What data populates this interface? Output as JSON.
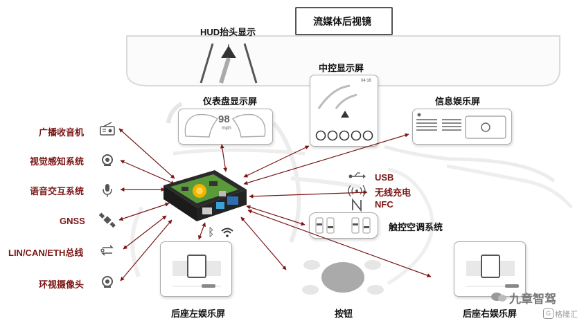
{
  "components": {
    "streaming_mirror": "流媒体后视镜",
    "hud": "HUD抬头显示",
    "center_display": "中控显示屏",
    "cluster": "仪表盘显示屏",
    "infotainment": "信息娱乐屏",
    "rear_left": "后座左娱乐屏",
    "buttons": "按钮",
    "rear_right": "后座右娱乐屏",
    "climate": "触控空调系统"
  },
  "left_labels": {
    "radio": "广播收音机",
    "vision": "视觉感知系统",
    "voice": "语音交互系统",
    "gnss": "GNSS",
    "bus": "LIN/CAN/ETH总线",
    "surround": "环视摄像头"
  },
  "connectivity": {
    "usb": "USB",
    "wireless_charging": "无线充电",
    "nfc": "NFC"
  },
  "cluster_speed": "98",
  "cluster_unit": "mph",
  "center_time": "04:16",
  "watermark": "九章智驾",
  "watermark2": "格隆汇",
  "colors": {
    "label": "#7a1515",
    "arrow": "#7a1515"
  }
}
